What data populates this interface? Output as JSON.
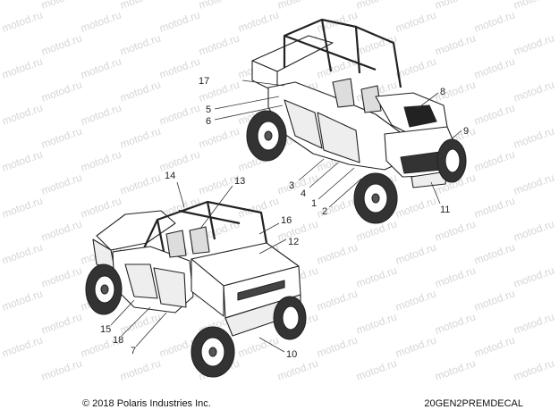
{
  "footer": {
    "copyright": "© 2018 Polaris Industries Inc.",
    "part_code": "20GEN2PREMDECAL"
  },
  "watermark": {
    "text": "motod.ru"
  },
  "callouts": {
    "c1": "1",
    "c2": "2",
    "c3": "3",
    "c4": "4",
    "c5": "5",
    "c6": "6",
    "c7": "7",
    "c8": "8",
    "c9": "9",
    "c10": "10",
    "c11": "11",
    "c12": "12",
    "c13": "13",
    "c14": "14",
    "c15": "15",
    "c16": "16",
    "c17": "17",
    "c18": "18"
  }
}
